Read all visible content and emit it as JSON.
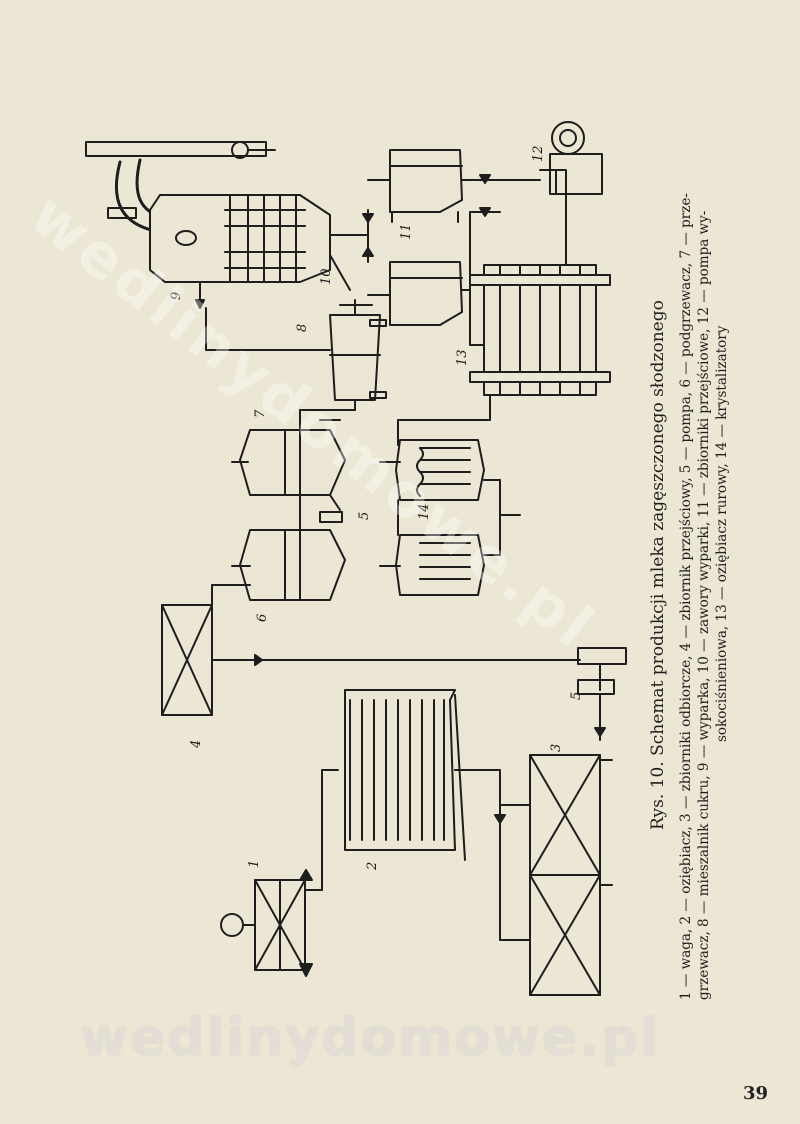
{
  "caption": {
    "title": "Rys. 10. Schemat produkcji mleka zagęszczonego słodzonego",
    "legend_lines": [
      "1 — waga, 2 — oziębiacz, 3 — zbiorniki odbiorcze, 4 — zbiornik przejściowy, 5 — pompa, 6 — podgrzewacz, 7 — prze-",
      "grzewacz, 8 — mieszalnik cukru, 9 — wyparka, 10 — zawory wyparki, 11 — zbiorniki przejściowe, 12 — pompa wy-",
      "sokociśnieniowa, 13 — oziębiacz rurowy, 14 — krystalizatory"
    ]
  },
  "diagram_labels": {
    "l1": "1",
    "l2": "2",
    "l3": "3",
    "l4": "4",
    "l5a": "5",
    "l5b": "5",
    "l6": "6",
    "l7": "7",
    "l8": "8",
    "l9": "9",
    "l10": "10",
    "l11": "11",
    "l12": "12",
    "l13": "13",
    "l14": "14"
  },
  "watermark": "wedlinydomowe.pl",
  "page_number": "39"
}
